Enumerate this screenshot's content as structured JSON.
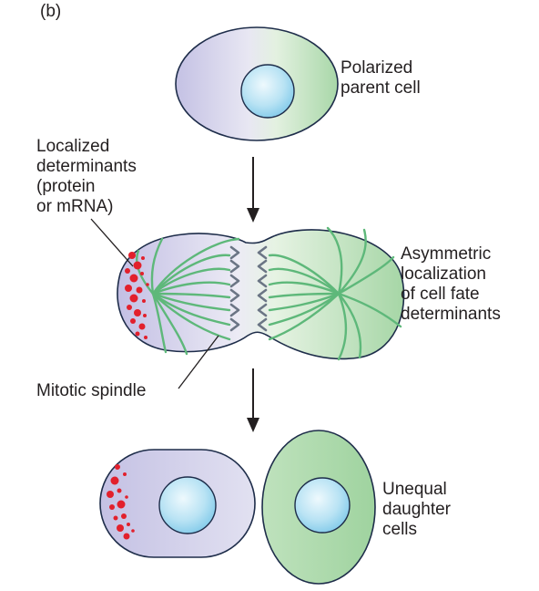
{
  "panel_label": "(b)",
  "labels": {
    "parent": [
      "Polarized",
      "parent cell"
    ],
    "determinants": [
      "Localized",
      "determinants",
      "(protein",
      "or mRNA)"
    ],
    "asymmetric": [
      "Asymmetric",
      "localization",
      "of cell fate",
      "determinants"
    ],
    "spindle": "Mitotic spindle",
    "daughters": [
      "Unequal",
      "daughter",
      "cells"
    ]
  },
  "colors": {
    "purple_cell": "#cbc8e6",
    "green_cell": "#b5dcb4",
    "nucleus": "#a9dcf2",
    "determinant_red": "#e2202c",
    "spindle_green": "#5eb87a",
    "chromosome": "#6b7585",
    "outline": "#1e2d4a"
  }
}
